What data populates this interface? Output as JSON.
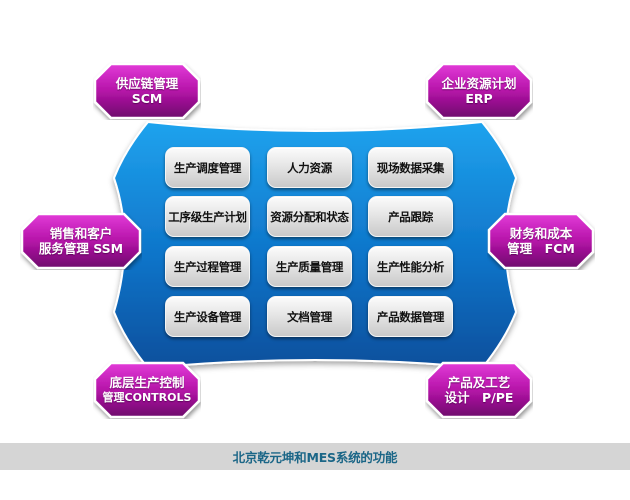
{
  "diagram": {
    "title": "北京乾元坤和MES系统的功能",
    "core_modules": [
      [
        "生产调度管理",
        "人力资源",
        "现场数据采集"
      ],
      [
        "工序级生产计划",
        "资源分配和状态",
        "产品跟踪"
      ],
      [
        "生产过程管理",
        "生产质量管理",
        "生产性能分析"
      ],
      [
        "生产设备管理",
        "文档管理",
        "产品数据管理"
      ]
    ],
    "satellites": {
      "top_left": {
        "line1": "供应链管理",
        "line2": "SCM"
      },
      "top_right": {
        "line1": "企业资源计划",
        "line2": "ERP"
      },
      "middle_left": {
        "line1": "销售和客户",
        "line2": "服务管理 SSM"
      },
      "middle_right": {
        "line1": "财务和成本",
        "line2": "管理　FCM"
      },
      "bottom_left": {
        "line1": "底层生产控制",
        "line2": "管理CONTROLS"
      },
      "bottom_right": {
        "line1": "产品及工艺",
        "line2": "设计　P/PE"
      }
    },
    "colors": {
      "core_blue_light": "#1a9be8",
      "core_blue_dark": "#0a4f9c",
      "satellite_magenta": "#c21ab8",
      "satellite_dark": "#6a0a6a",
      "caption_text": "#1b6687",
      "caption_bar": "#d5d5d5"
    }
  }
}
